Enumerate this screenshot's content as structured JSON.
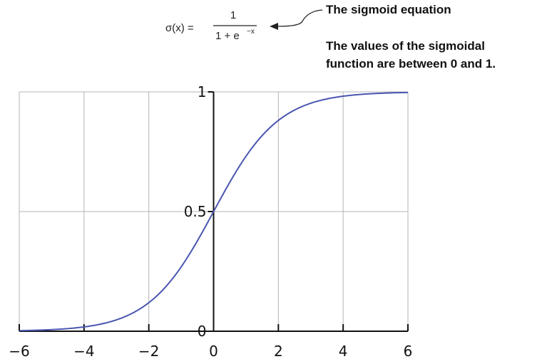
{
  "formula": {
    "lhs": "σ(x) =",
    "numerator": "1",
    "denominator_base": "1 + e",
    "denominator_exp": "−x"
  },
  "annotations": {
    "equation_label": "The sigmoid equation",
    "range_line1": "The values of the sigmoidal",
    "range_line2": "function are between 0 and 1."
  },
  "colors": {
    "curve": "#4a56b0",
    "grid": "#b5b5b5",
    "axis": "#111111"
  },
  "chart_data": {
    "type": "line",
    "title": "",
    "xlabel": "",
    "ylabel": "",
    "function": "sigmoid",
    "xlim": [
      -6,
      6
    ],
    "ylim": [
      0,
      1
    ],
    "grid": true,
    "x_ticks": [
      -6,
      -4,
      -2,
      0,
      2,
      4,
      6
    ],
    "x_tick_labels": [
      "−6",
      "−4",
      "−2",
      "0",
      "2",
      "4",
      "6"
    ],
    "y_ticks": [
      0,
      0.5,
      1
    ],
    "y_tick_labels": [
      "0",
      "0.5",
      "1"
    ],
    "series": [
      {
        "x": [
          -6,
          -5,
          -4,
          -3,
          -2,
          -1,
          0,
          1,
          2,
          3,
          4,
          5,
          6
        ],
        "values": [
          0.0025,
          0.0067,
          0.018,
          0.047,
          0.119,
          0.269,
          0.5,
          0.731,
          0.881,
          0.953,
          0.982,
          0.9933,
          0.9975
        ]
      }
    ]
  }
}
